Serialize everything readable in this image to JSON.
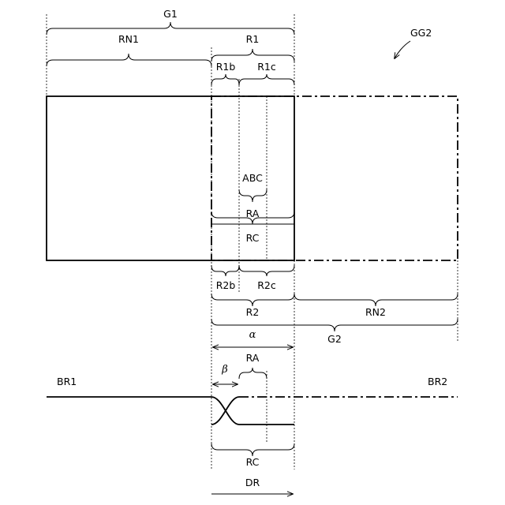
{
  "labels": {
    "g1": "G1",
    "rn1": "RN1",
    "r1": "R1",
    "r1b": "R1b",
    "r1c": "R1c",
    "gg2": "GG2",
    "abc": "ABC",
    "ra_top": "RA",
    "rc_top": "RC",
    "r2b": "R2b",
    "r2c": "R2c",
    "r2": "R2",
    "rn2": "RN2",
    "g2": "G2",
    "alpha": "α",
    "beta": "β",
    "ra_bottom": "RA",
    "br1": "BR1",
    "br2": "BR2",
    "rc_bottom": "RC",
    "dr": "DR"
  }
}
